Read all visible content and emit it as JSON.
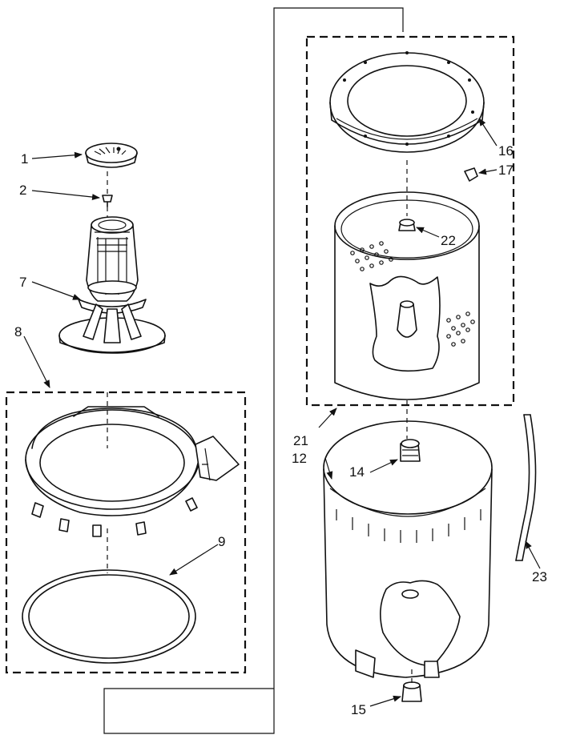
{
  "callouts": {
    "c1": "1",
    "c2": "2",
    "c7": "7",
    "c8": "8",
    "c9": "9",
    "c12": "12",
    "c14": "14",
    "c15": "15",
    "c16": "16",
    "c17": "17",
    "c21": "21",
    "c22": "22",
    "c23": "23"
  }
}
